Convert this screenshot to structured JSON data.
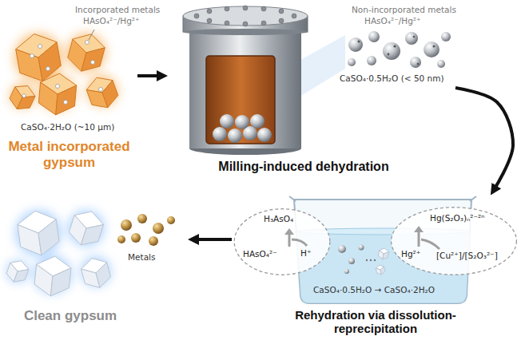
{
  "diagram": {
    "nodes": [
      {
        "text": [
          "Metal incorporated gypsum"
        ]
      },
      {
        "text": [
          "Milling-induced dehydration"
        ]
      },
      {
        "text": [
          "Rehydration via dissolution-reprecipitation"
        ]
      },
      {
        "text": [
          "H₃AsO₄",
          "HAsO₄²⁻",
          "H⁺"
        ],
        "in": 2
      },
      {
        "text": [
          "Hg(S₂O₃)ₙ²⁻²ⁿ",
          "Hg²⁺",
          "[Cu²⁺]/[S₂O₃²⁻]"
        ],
        "in": 2
      },
      {
        "text": [
          "Clean gypsum"
        ]
      }
    ],
    "edges": [
      {
        "from": 0,
        "to": 1,
        "arrow": "to"
      },
      {
        "from": 1,
        "to": 2,
        "arrow": "to"
      },
      {
        "from": 2,
        "to": 5,
        "arrow": "to"
      }
    ],
    "labels": [
      "Incorporated metals",
      "HAsO₄²⁻/Hg²⁺",
      "CaSO₄·2H₂O (~10 μm)",
      "Non-incorporated metals",
      "HAsO₄²⁻/Hg²⁺",
      "CaSO₄·0.5H₂O (< 50 nm)",
      "CaSO₄·0.5H₂O → CaSO₄·2H₂O",
      "Metals"
    ]
  }
}
